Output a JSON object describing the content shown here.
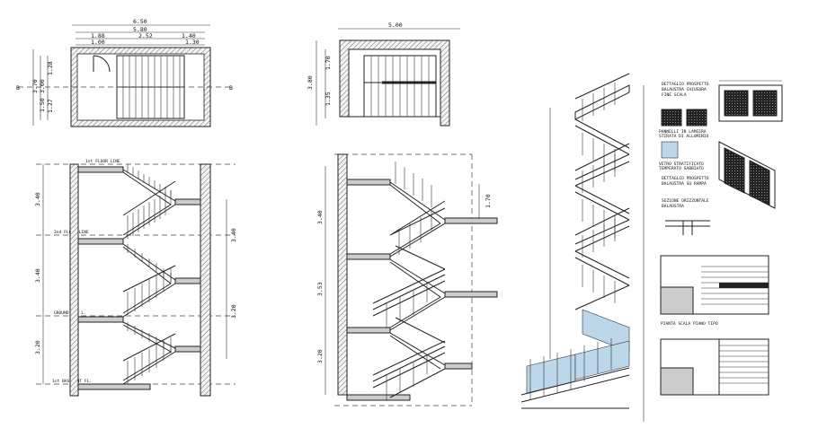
{
  "plan_left": {
    "dims_top": [
      "6.50",
      "5.80",
      "1.88",
      "2.52",
      "1.40",
      "1.00",
      "1.30"
    ],
    "dims_left": [
      "3.70",
      "3.00",
      "1.28",
      "1.50",
      "1.27"
    ],
    "marks": [
      "B",
      "B"
    ]
  },
  "plan_mid": {
    "dims_top": [
      "5.00"
    ],
    "dims_left": [
      "3.80",
      "1.70",
      "1.35"
    ]
  },
  "section_left": {
    "floor_labels": [
      "1st FLOOR LINE",
      "2nd FLOOR LINE",
      "GROUND FL. L.",
      "1st BASEMENT FL."
    ],
    "dims_left": [
      "3.40",
      "3.40",
      "3.20"
    ],
    "dims_right": [
      "3.40",
      "3.20"
    ]
  },
  "section_mid": {
    "dims_left": [
      "3.40",
      "3.53",
      "3.20"
    ],
    "dims_right": [
      "1.70"
    ]
  },
  "details": {
    "title1": [
      "DETTAGLIO PROSPETTO",
      "BALAUSTRA CHIUSURA",
      "FINE SCALA"
    ],
    "panel_note1": [
      "PANNELLI IN LAMIERA",
      "STIRATA DI ALLUMINIO"
    ],
    "panel_note2": [
      "VETRO STRATIFICATO",
      "TEMPERATO SABBIATO"
    ],
    "title2": [
      "DETTAGLIO PROSPETTO",
      "BALAUSTRA SU RAMPA"
    ],
    "title3": [
      "SEZIONE ORIZZONTALE",
      "BALAUSTRA"
    ],
    "title4": [
      "PIANTA SCALA PIANO TIPO"
    ]
  }
}
